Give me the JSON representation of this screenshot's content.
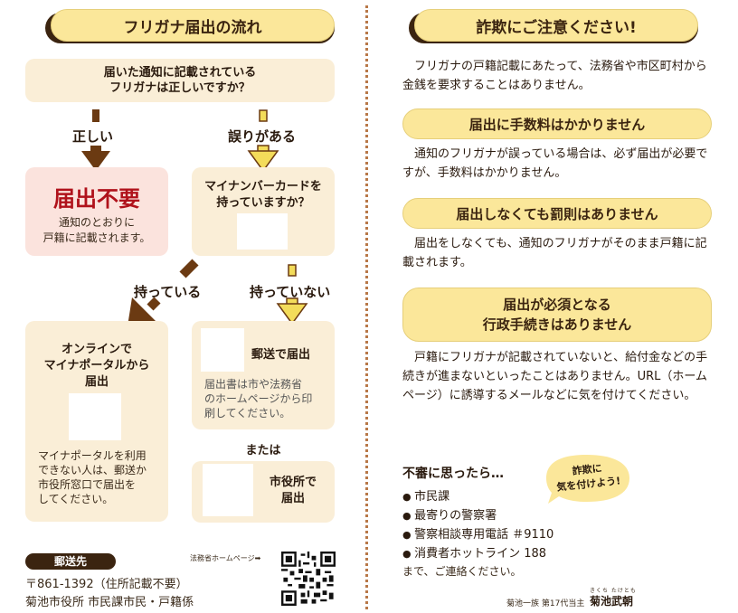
{
  "left": {
    "header": "フリガナ届出の流れ",
    "question1": "届いた通知に記載されている\nフリガナは正しいですか？",
    "label_correct": "正しい",
    "label_error": "誤りがある",
    "no_filing_title": "届出不要",
    "no_filing_text": "通知のとおりに\n戸籍に記載されます。",
    "question2": "マイナンバーカードを\n持っていますか？",
    "label_have": "持っている",
    "label_not_have": "持っていない",
    "online_title": "オンラインで\nマイナポータルから\n届出",
    "online_text": "マイナポータルを利用\nできない人は、郵送か\n市役所窓口で届出を\nしてください。",
    "mail_title": "郵送で届出",
    "mail_text": "届出書は市や法務省\nのホームページから印\n刷してください。",
    "or_text": "または",
    "cityhall_title": "市役所で\n届出",
    "postal_badge": "郵送先",
    "address1": "〒861-1392（住所記載不要）",
    "address2": "菊池市役所 市民課市民・戸籍係",
    "moj_label": "法務省ホームページ➡"
  },
  "right": {
    "header": "詐欺にご注意ください!",
    "intro": "フリガナの戸籍記載にあたって、法務省や市区町村から金銭を要求することはありません。",
    "pill1": "届出に手数料はかかりません",
    "text1": "通知のフリガナが誤っている場合は、必ず届出が必要ですが、手数料はかかりません。",
    "pill2": "届出しなくても罰則はありません",
    "text2": "届出をしなくても、通知のフリガナがそのまま戸籍に記載されます。",
    "pill3": "届出が必須となる\n行政手続きはありません",
    "text3": "戸籍にフリガナが記載されていないと、給付金などの手続きが進まないといったことはありません。URL（ホームページ）に誘導するメールなどに気を付けてください。",
    "suspicious_title": "不審に思ったら…",
    "bubble": "詐欺に\n気を付けよう!",
    "contacts": [
      "市民課",
      "最寄りの警察署",
      "警察相談専用電話 ＃9110",
      "消費者ホットライン 188"
    ],
    "closing": "まで、ご連絡ください。",
    "footer_small": "菊池一族 第17代当主",
    "footer_name": "菊池武朝",
    "footer_ruby": "きくち たけとも"
  },
  "colors": {
    "pill": "#fbe79a",
    "box": "#faeed7",
    "pink_box": "#fbe3dd",
    "arrow_brown": "#6b3a12",
    "arrow_yellow": "#f3dc5a",
    "red_title": "#b0121b"
  }
}
